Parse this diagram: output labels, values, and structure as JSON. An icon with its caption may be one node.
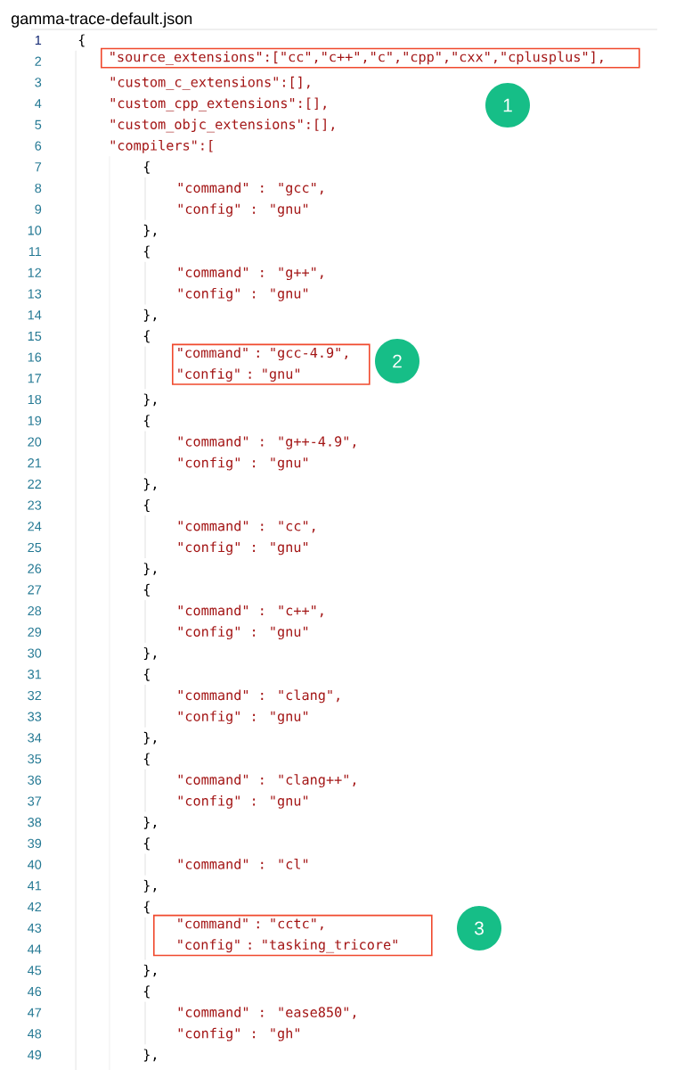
{
  "diagram": {
    "title": "gamma-trace-default.json",
    "nodes": [
      {
        "text": [
          "\"source_extensions\":[\"cc\",\"c++\",\"c\",\"cpp\",\"cxx\",\"cplusplus\"],"
        ]
      },
      {
        "text": [
          "1"
        ]
      },
      {
        "text": [
          "\"command\" : \"gcc-4.9\",",
          "\"config\" : \"gnu\""
        ]
      },
      {
        "text": [
          "2"
        ]
      },
      {
        "text": [
          "\"command\" : \"cctc\",",
          "\"config\" : \"tasking_tricore\""
        ]
      },
      {
        "text": [
          "3"
        ]
      }
    ],
    "labels": [
      "1",
      "{",
      "2",
      "3",
      "\"custom_c_extensions\":[],",
      "4",
      "\"custom_cpp_extensions\":[],",
      "5",
      "\"custom_objc_extensions\":[],",
      "6",
      "\"compilers\":[",
      "7",
      "{",
      "8",
      "\"command\" : \"gcc\",",
      "9",
      "\"config\" : \"gnu\"",
      "10",
      "},",
      "11",
      "{",
      "12",
      "\"command\" : \"g++\",",
      "13",
      "\"config\" : \"gnu\"",
      "14",
      "},",
      "15",
      "{",
      "16",
      "17",
      "18",
      "},",
      "19",
      "{",
      "20",
      "\"command\" : \"g++-4.9\",",
      "21",
      "\"config\" : \"gnu\"",
      "22",
      "},",
      "23",
      "{",
      "24",
      "\"command\" : \"cc\",",
      "25",
      "\"config\" : \"gnu\"",
      "26",
      "},",
      "27",
      "{",
      "28",
      "\"command\" : \"c++\",",
      "29",
      "\"config\" : \"gnu\"",
      "30",
      "},",
      "31",
      "{",
      "32",
      "\"command\" : \"clang\",",
      "33",
      "\"config\" : \"gnu\"",
      "34",
      "},",
      "35",
      "{",
      "36",
      "\"command\" : \"clang++\",",
      "37",
      "\"config\" : \"gnu\"",
      "38",
      "},",
      "39",
      "{",
      "40",
      "\"command\" : \"cl\"",
      "41",
      "},",
      "42",
      "{",
      "43",
      "44",
      "45",
      "},",
      "46",
      "{",
      "47",
      "\"command\" : \"ease850\",",
      "48",
      "\"config\" : \"gh\"",
      "49",
      "},"
    ]
  }
}
